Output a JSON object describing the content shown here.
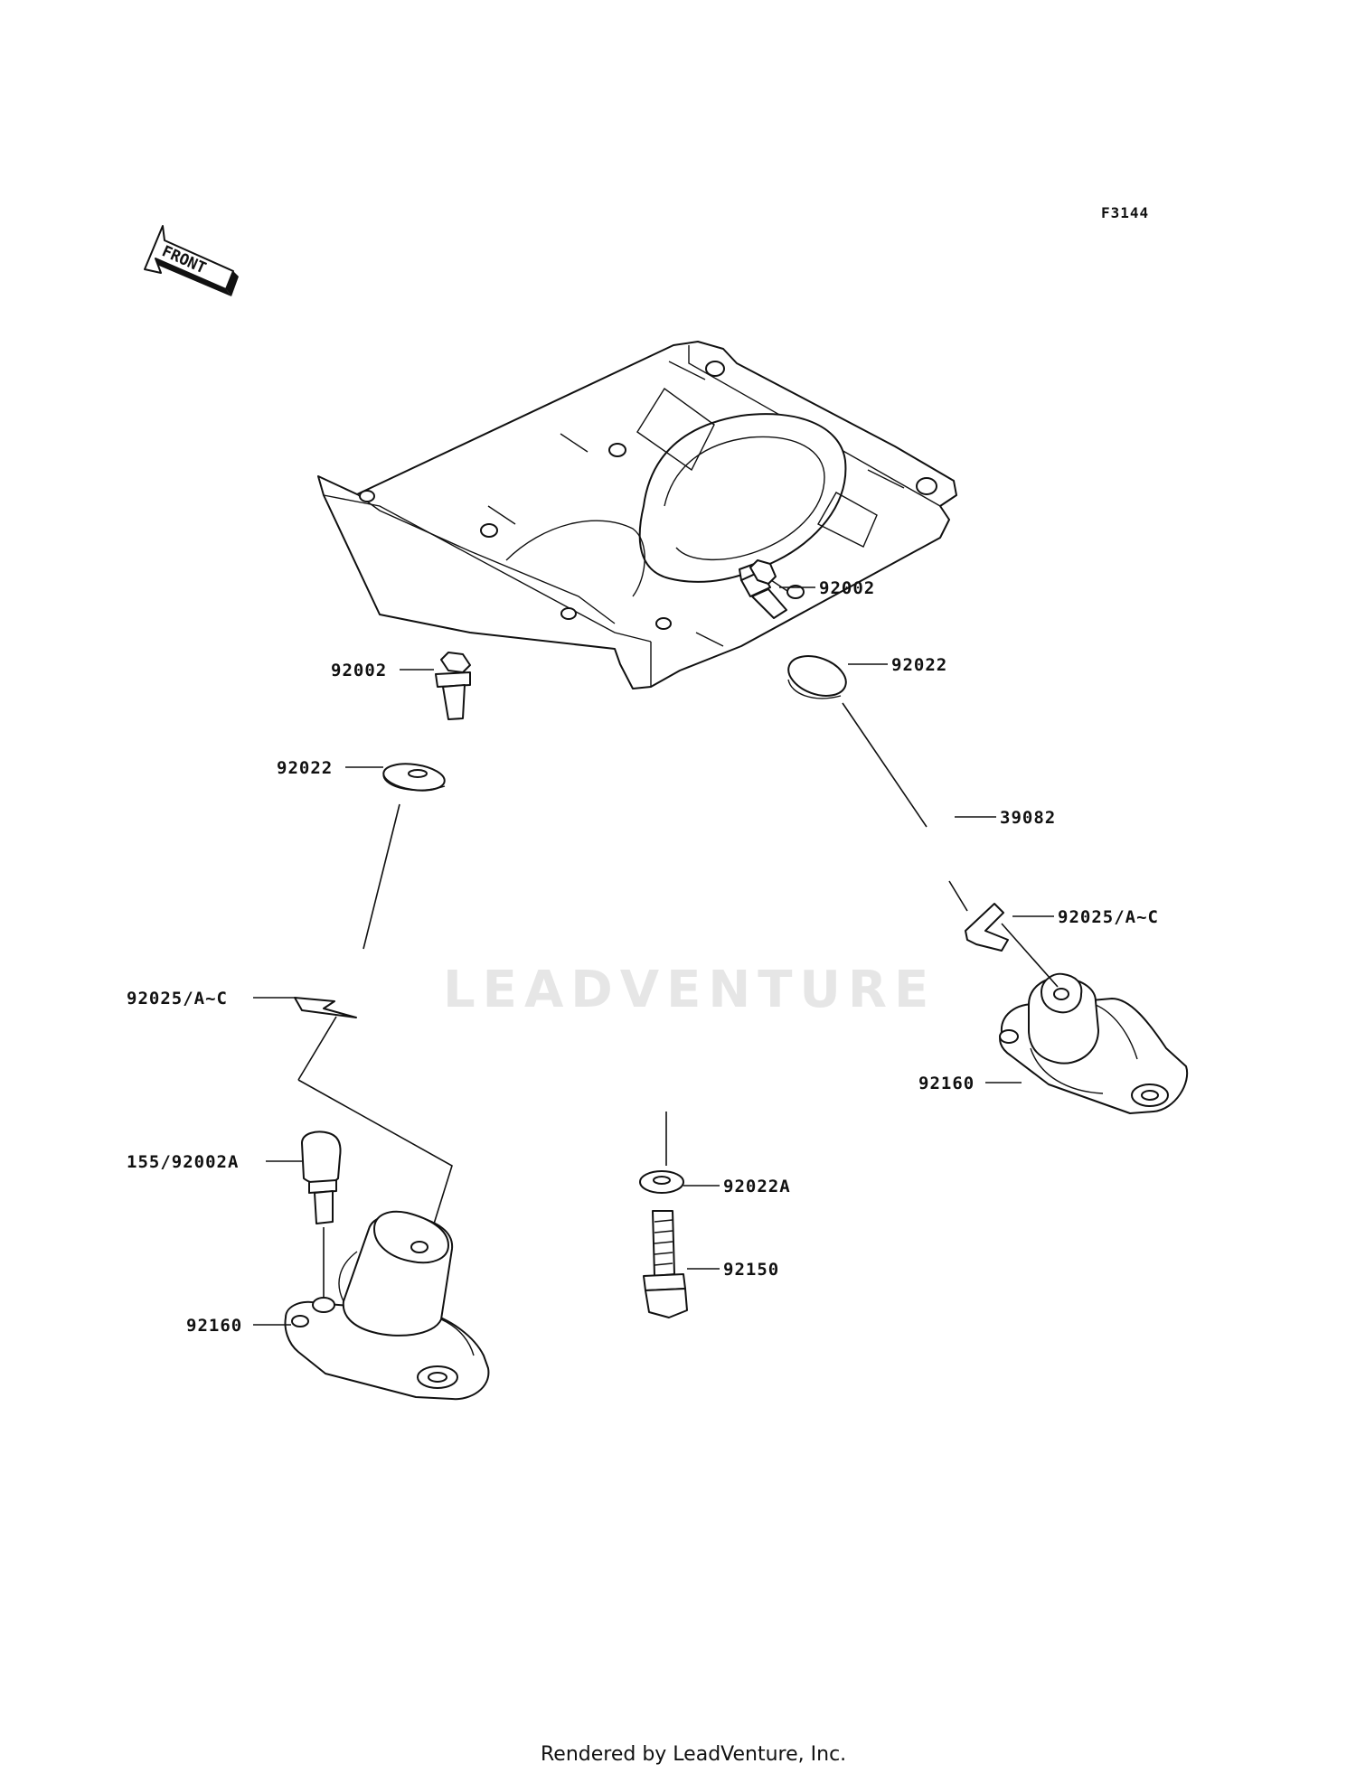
{
  "figure_code": "F3144",
  "front_arrow_text": "FRONT",
  "watermark": "LEADVENTURE",
  "footer": "Rendered by LeadVenture, Inc.",
  "callouts": {
    "bolt_top": "92002",
    "washer_top": "92022",
    "plate": "39082",
    "clip_right": "92025/A~C",
    "mount_right": "92160",
    "bolt_left": "92002",
    "washer_left": "92022",
    "clip_left": "92025/A~C",
    "bolt_left_low": "155/92002A",
    "mount_left": "92160",
    "washer_bottom": "92022A",
    "bolt_bottom": "92150"
  }
}
